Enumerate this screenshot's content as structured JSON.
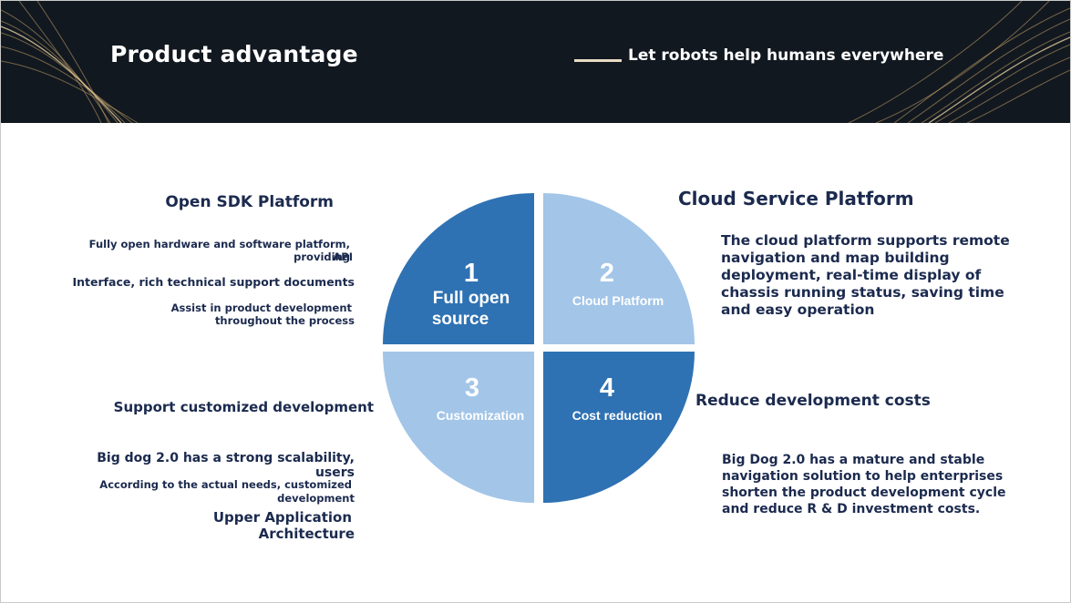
{
  "header": {
    "title": "Product advantage",
    "tagline": "Let robots help humans everywhere"
  },
  "colors": {
    "dark_blue": "#2f72b3",
    "light_blue": "#a2c5e8",
    "text": "#1b2a4e",
    "header_bg": "#121820",
    "gold": "#c8a66a"
  },
  "left": {
    "sdk_heading": "Open SDK Platform",
    "sdk_line1": "Fully open hardware and software platform, providing",
    "sdk_line1b": "API",
    "sdk_line2": "Interface, rich technical support documents",
    "sdk_line3a": "Assist in product development",
    "sdk_line3b": "throughout the process",
    "custom_heading": "Support customized development",
    "custom_line1": "Big dog 2.0 has a strong scalability, users",
    "custom_line2a": "According to the actual needs, customized",
    "custom_line2b": "development",
    "custom_line3a": "Upper Application",
    "custom_line3b": "Architecture"
  },
  "right": {
    "cloud_heading": "Cloud Service Platform",
    "cloud_lines": [
      "The cloud platform supports remote",
      "navigation and map building",
      "deployment, real-time display of",
      "chassis running status, saving time",
      "and easy operation"
    ],
    "cost_heading": "Reduce development costs",
    "cost_lines": [
      "Big Dog 2.0 has a mature and stable",
      "navigation solution to help enterprises",
      "shorten the product development cycle",
      "and reduce R & D investment costs."
    ]
  },
  "quadrants": [
    {
      "number": "1",
      "label_a": "Full open",
      "label_b": "source"
    },
    {
      "number": "2",
      "label": "Cloud Platform"
    },
    {
      "number": "3",
      "label": "Customization"
    },
    {
      "number": "4",
      "label": "Cost reduction"
    }
  ]
}
